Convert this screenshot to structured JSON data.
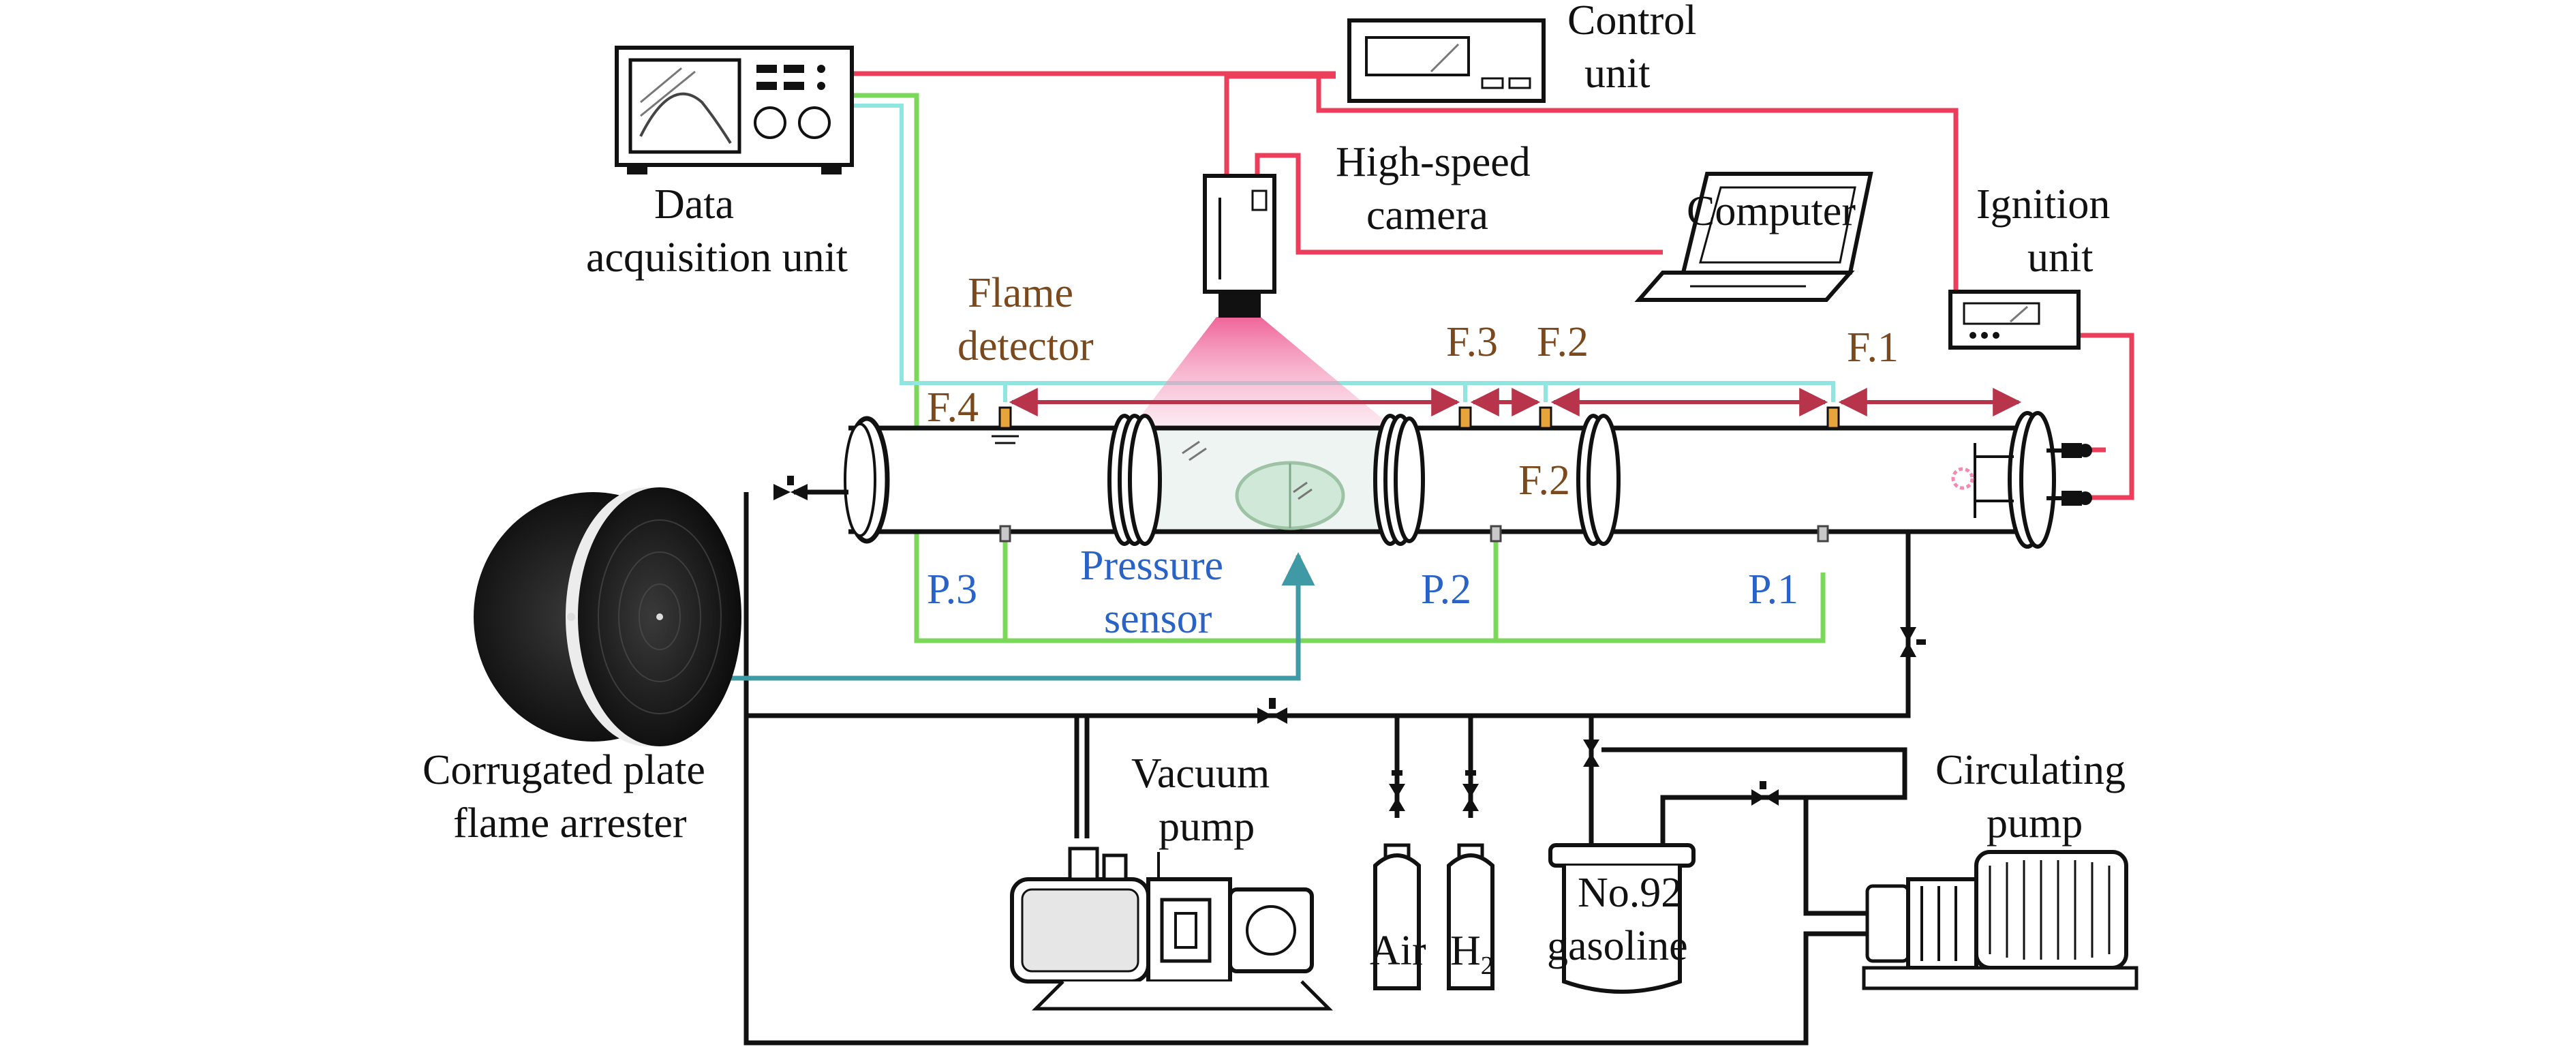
{
  "colors": {
    "signal_red": "#ec3d5a",
    "sensor_green": "#7cd85a",
    "detector_cyan": "#8fe6e0",
    "pipe_black": "#111111",
    "arrow_dark_red": "#b8344a",
    "teal_link": "#3f9aa6",
    "flame_label_brown": "#7a4a1e",
    "pressure_label_blue": "#2a63c8",
    "camera_beam_pink": "#f28ab1"
  },
  "labels": {
    "control_unit": [
      "Control",
      "unit"
    ],
    "data_acquisition": [
      "Data",
      "acquisition unit"
    ],
    "high_speed_camera": [
      "High-speed",
      "camera"
    ],
    "computer": "Computer",
    "ignition_unit": [
      "Ignition",
      "unit"
    ],
    "flame_detector": [
      "Flame",
      "detector"
    ],
    "pressure_sensor": [
      "Pressure",
      "sensor"
    ],
    "corrugated_arrester": [
      "Corrugated plate",
      "flame arrester"
    ],
    "vacuum_pump": [
      "Vacuum",
      "pump"
    ],
    "circulating_pump": [
      "Circulating",
      "pump"
    ],
    "air": "Air",
    "h2_base": "H",
    "h2_sub": "2",
    "gasoline": [
      "No.92",
      "gasoline"
    ]
  },
  "flame_sensors": [
    "F.4",
    "F.3",
    "F.2",
    "F.2",
    "F.1"
  ],
  "pressure_sensors": [
    "P.3",
    "P.2",
    "P.1"
  ],
  "icons": [
    "data-acquisition-device-icon",
    "control-unit-device-icon",
    "high-speed-camera-icon",
    "laptop-computer-icon",
    "ignition-unit-device-icon",
    "flame-arrester-disc-icon",
    "vacuum-pump-icon",
    "gas-cylinder-icon",
    "gasoline-tank-icon",
    "circulating-pump-icon",
    "valve-icon",
    "spark-igniter-icon"
  ]
}
